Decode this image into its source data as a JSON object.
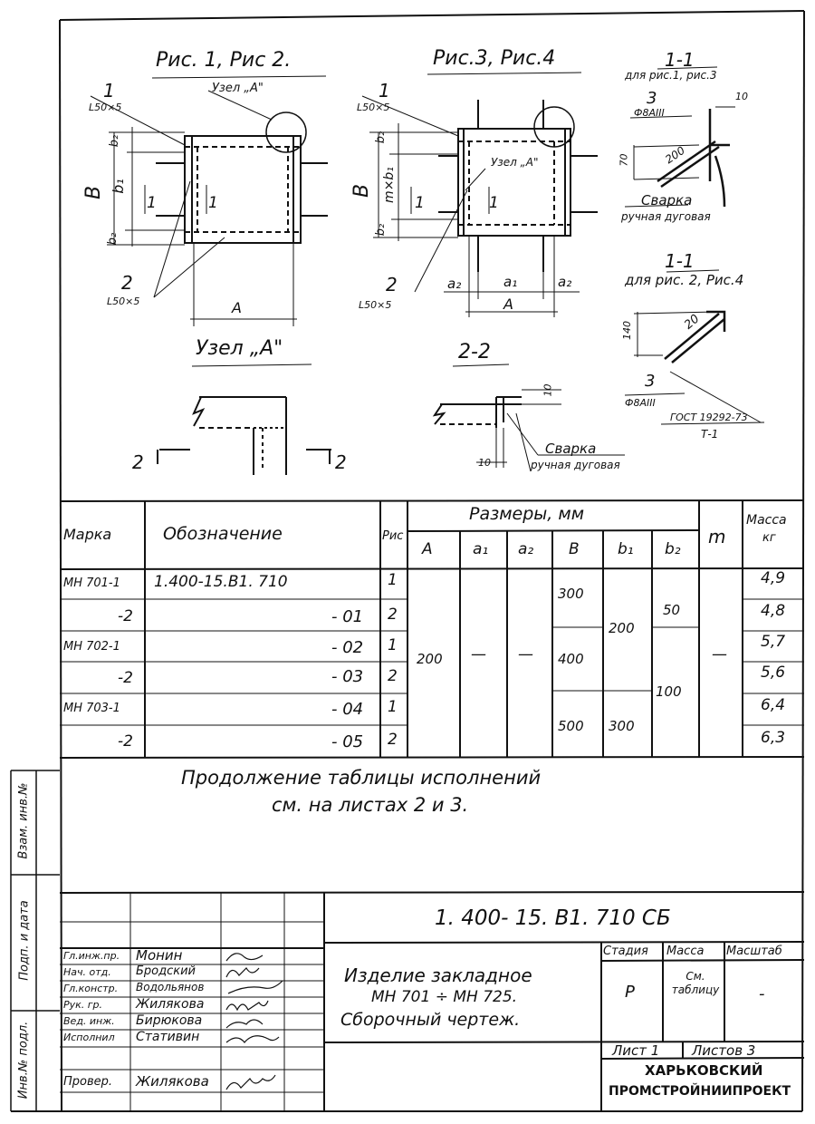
{
  "drawing": {
    "fig12_title": "Рис. 1, Рис 2.",
    "fig34_title": "Рис.3, Рис.4",
    "node_a_label_1": "Узел „A\"",
    "node_a_label_2": "Узел „A\"",
    "node_a_title": "Узел „A\"",
    "section_22_title": "2-2",
    "part1": "1",
    "part1_spec": "L50×5",
    "part2": "2",
    "part2_spec": "L50×5",
    "part1b": "1",
    "part1b_spec": "L50×5",
    "part2b": "2",
    "part2b_spec": "L50×5",
    "dim_B": "B",
    "dim_b1": "b₁",
    "dim_b2_top": "b₂",
    "dim_b2_bot": "b₂",
    "dim_A": "A",
    "dim_B_2": "B",
    "dim_mxb1": "m×b₁",
    "dim_b2_top_2": "b₂",
    "dim_b2_bot_2": "b₂",
    "dim_A_2": "A",
    "dim_a1": "a₁",
    "dim_a2_l": "a₂",
    "dim_a2_r": "a₂",
    "sect_mark_1": "1",
    "sect_mark_1b": "1",
    "sect_mark_1c": "1",
    "sect_mark_1d": "1",
    "sect_mark_2l": "2",
    "sect_mark_2r": "2",
    "sec11a_title": "1-1",
    "sec11a_sub": "для рис.1, рис.3",
    "sec11a_part": "3",
    "sec11a_rebar": "Ф8АIII",
    "sec11a_d10": "10",
    "sec11a_d70": "70",
    "sec11a_d200": "200",
    "weld_label_a": "Сварка",
    "weld_sub_a": "ручная дуговая",
    "sec11b_title": "1-1",
    "sec11b_sub": "для рис. 2, Рис.4",
    "sec11b_d140": "140",
    "sec11b_d20": "20",
    "sec11b_part": "3",
    "sec11b_rebar": "Ф8АIII",
    "gost": "ГОСТ 19292-73",
    "gost_t": "Т-1",
    "s22_d10a": "10",
    "s22_d10b": "10",
    "weld_label_b": "Сварка",
    "weld_sub_b": "ручная дуговая"
  },
  "table": {
    "h_marka": "Марка",
    "h_oboz": "Обозначение",
    "h_ris": "Рис",
    "h_sizes": "Размеры, мм",
    "h_A": "A",
    "h_a1": "a₁",
    "h_a2": "a₂",
    "h_B": "B",
    "h_b1": "b₁",
    "h_b2": "b₂",
    "h_m": "m",
    "h_mass": "Масса",
    "h_mass_unit": "кг",
    "rows": [
      {
        "marka": "МН 701-1",
        "oboz": "1.400-15.B1. 710",
        "ris": "1",
        "mass": "4,9"
      },
      {
        "marka": "-2",
        "oboz": "- 01",
        "ris": "2",
        "mass": "4,8"
      },
      {
        "marka": "МН 702-1",
        "oboz": "- 02",
        "ris": "1",
        "mass": "5,7"
      },
      {
        "marka": "-2",
        "oboz": "- 03",
        "ris": "2",
        "mass": "5,6"
      },
      {
        "marka": "МН 703-1",
        "oboz": "- 04",
        "ris": "1",
        "mass": "6,4"
      },
      {
        "marka": "-2",
        "oboz": "- 05",
        "ris": "2",
        "mass": "6,3"
      }
    ],
    "val_A": "200",
    "val_a1": "—",
    "val_a2": "—",
    "val_B": [
      "300",
      "400",
      "500"
    ],
    "val_b1": [
      "200",
      "300"
    ],
    "val_b2": [
      "50",
      "100"
    ],
    "val_m": "—"
  },
  "note": {
    "line1": "Продолжение таблицы исполнений",
    "line2": "см. на листах 2 и 3."
  },
  "side": {
    "vzam": "Взам. инв.№",
    "podp": "Подп. и дата",
    "inv": "Инв.№ подл."
  },
  "titleblock": {
    "code": "1. 400- 15. B1. 710 СБ",
    "name1": "Изделие закладное",
    "name2": "МН 701 ÷ МН 725.",
    "name3": "Сборочный чертеж.",
    "stadia_h": "Стадия",
    "massa_h": "Масса",
    "masshtab_h": "Масштаб",
    "stadia": "Р",
    "massa": "См. таблицу",
    "masshtab": "-",
    "list": "Лист 1",
    "listov": "Листов 3",
    "org1": "ХАРЬКОВСКИЙ",
    "org2": "ПРОМСТРОЙНИИПРОЕКТ",
    "staff": [
      {
        "role": "Гл.инж.пр.",
        "name": "Монин"
      },
      {
        "role": "Нач. отд.",
        "name": "Бродский"
      },
      {
        "role": "Гл.констр.",
        "name": "Водольянов"
      },
      {
        "role": "Рук. гр.",
        "name": "Жилякова"
      },
      {
        "role": "Вед. инж.",
        "name": "Бирюкова"
      },
      {
        "role": "Исполнил",
        "name": "Стативин"
      },
      {
        "role": "Провер.",
        "name": "Жилякова"
      }
    ]
  }
}
